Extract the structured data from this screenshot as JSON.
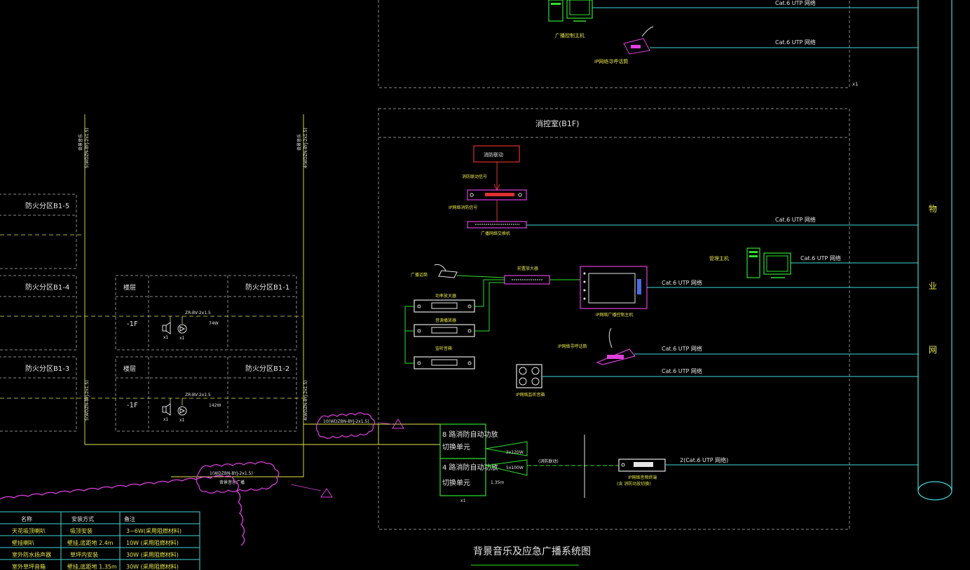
{
  "title": "背景音乐及应急广播系统图",
  "colors": {
    "background": "#000000",
    "cyan": "#3fd8d8",
    "green": "#2ee02e",
    "yellow": "#e6e64a",
    "white": "#e6e6e6",
    "red": "#e03030",
    "magenta": "#e040e0",
    "gray": "#8a8a8a"
  },
  "top_section": {
    "workstation_label": "广播控制主机",
    "mic_label": "IP网络寻呼话筒",
    "cable_1": "Cat.6 UTP 网络",
    "cable_2": "Cat.6 UTP 网络",
    "x1": "x1"
  },
  "control_room": {
    "title": "消控室(B1F)",
    "fire_panel": "消防联动",
    "fire_signal": "消防联动信号",
    "ip_converter": "IP网络消防信号",
    "switch_label": "广播网络交换机",
    "cable_switch": "Cat.6 UTP 网络",
    "workstation_label": "管理主机",
    "cable_workstation": "Cat.6 UTP 网络",
    "mic_label": "广播话筒",
    "mixer_label": "前置放大器",
    "amp_1": "功率放大器",
    "amp_2": "音源播放器",
    "amp_3": "监听音箱",
    "touch_panel": "IP网络广播控制主机",
    "cable_touch": "Cat.6 UTP 网络",
    "paging_mic": "IP网络寻呼话筒",
    "cable_paging": "Cat.6 UTP 网络",
    "speaker_panel": "IP网络监听音箱",
    "cable_speaker": "Cat.6 UTP 网络",
    "x1": "x1"
  },
  "switch_unit": {
    "row1_a": "8 路消防自动功放",
    "row1_b": "切换单元",
    "row2_a": "4 路消防自动功放",
    "row2_b": "切换单元",
    "out_1": "2x120W",
    "out_2": "5x100W",
    "out_3": "1.35m",
    "x1": "x1",
    "link_label": "(消防联动)",
    "decoder_label": "IP网络音频终端",
    "decoder_sub": "(含 消防功放切换)",
    "cable_decoder": "2(Cat.6 UTP 网络)"
  },
  "network": {
    "chars": [
      "物",
      "业",
      "网"
    ]
  },
  "fire_zones": {
    "left_zones": [
      "防火分区B1-5",
      "防火分区B1-4",
      "防火分区B1-3"
    ],
    "zone_b1_1": "防火分区B1-1",
    "zone_b1_2": "防火分区B1-2",
    "floor_header": "楼层",
    "floor": "-1F",
    "wire_1": "ZR-BV-2x1.5",
    "wire_2": "ZR-BV-2x1.5",
    "power_1": "74W",
    "power_2": "142W",
    "count_a": "x1",
    "count_b": "x1",
    "count_c": "x1",
    "count_d": "x1",
    "v_label_1": "5(WDZN-BYJ-2x1.5)",
    "v_label_2": "4(WDZN-BYJ-2x1.5)",
    "v_label_3": "5(WDZN-BYJ-2x1.5)",
    "v_label_4": "4(WDZN-BYJ-2x1.5)",
    "v_tag_1": "背景音乐",
    "v_tag_2": "背景音乐",
    "cloud_1": "10(WDZBN-BYJ-2x1.5)",
    "cloud_2": "1(WDZBN-BYJ-2x1.5)",
    "cloud_2_sub": "背景音乐广播"
  },
  "legend": {
    "headers": [
      "名称",
      "安装方式",
      "备注"
    ],
    "rows": [
      [
        "天花吸顶喇叭",
        "吸顶安装",
        "3~6W(采用阻燃材料)"
      ],
      [
        "壁挂喇叭",
        "壁挂,底距地 2.4m",
        "10W (采用阻燃材料)"
      ],
      [
        "室外防水扬声器",
        "草坪内安装",
        "30W (采用阻燃材料)"
      ],
      [
        "室外草坪音箱",
        "壁挂,底距地 1.35m",
        "30W (采用阻燃材料)"
      ]
    ]
  }
}
